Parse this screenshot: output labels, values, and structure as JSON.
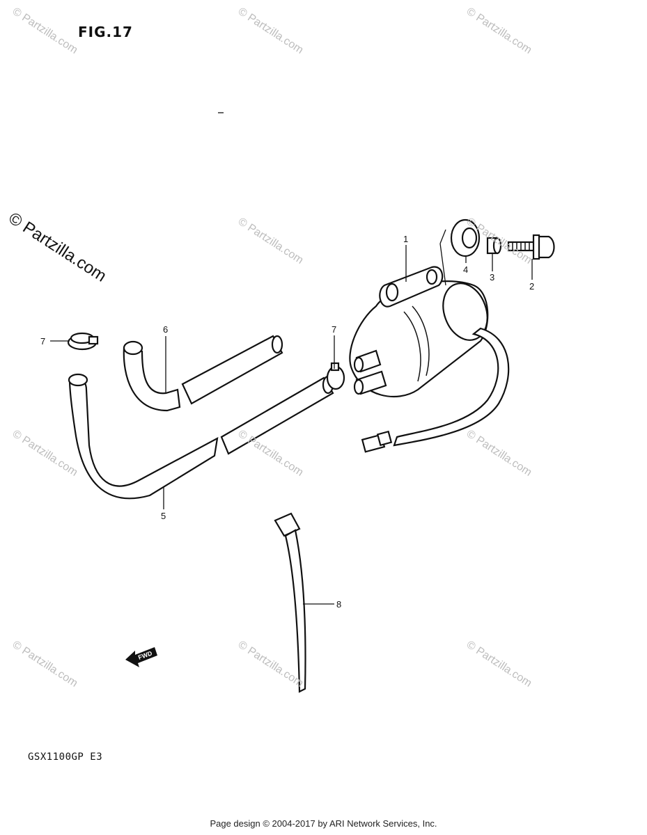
{
  "figure": {
    "title": "FIG.17"
  },
  "model_code": "GSX1100GP  E3",
  "footer": "Page design © 2004-2017 by ARI Network Services, Inc.",
  "watermark": {
    "text": "© Partzilla.com",
    "main_text": "© Partzilla.com"
  },
  "fwd_label": "FWD",
  "callouts": [
    "1",
    "2",
    "3",
    "4",
    "5",
    "6",
    "7",
    "7",
    "8"
  ]
}
